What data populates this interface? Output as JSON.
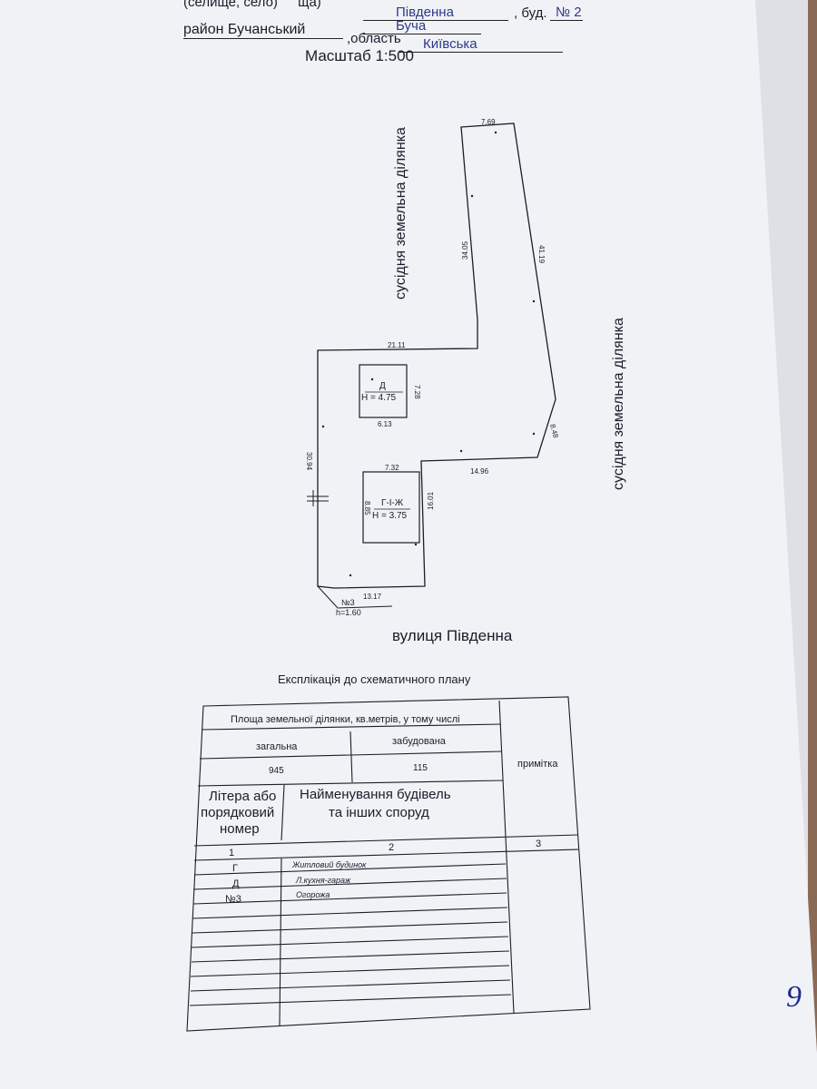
{
  "header": {
    "line1_fragment": "(селище, село)",
    "street_frag": "ща)",
    "street": "Південна",
    "building_label": ", буд.",
    "building_no": "№ 2",
    "town": "Буча",
    "district_line": "район Бучанський",
    "region_label": ",область",
    "region": "Київська",
    "scale": "Масштаб 1:500"
  },
  "plan": {
    "neighbor_left": "сусідня земельна ділянка",
    "neighbor_right": "сусідня земельна ділянка",
    "street_label": "вулиця Південна",
    "dims": {
      "top": "7.69",
      "left_upper": "34.05",
      "right_long": "41.19",
      "mid_top": "21.11",
      "house_height_side": "7.28",
      "house_width": "6.13",
      "left_side": "30.94",
      "right_short": "8.48",
      "right_bottom": "14.96",
      "gi_width": "7.32",
      "gi_side": "8.85",
      "gi_right": "16.01",
      "bottom": "13.17"
    },
    "building_d": {
      "letter": "Д",
      "height": "Н = 4.75"
    },
    "building_g": {
      "letter": "Г-І-Ж",
      "height": "Н = 3.75"
    },
    "fence": {
      "label": "№3",
      "height": "h=1.60"
    }
  },
  "explication": {
    "title": "Експлікація до схематичного плану",
    "area_header": "Площа земельної ділянки, кв.метрів, у тому числі",
    "total_label": "загальна",
    "built_label": "забудована",
    "total_value": "945",
    "built_value": "115",
    "note_header": "примітка",
    "col1_header": [
      "Літера або",
      "порядковий",
      "номер"
    ],
    "col2_header": [
      "Найменування будівель",
      "та інших споруд"
    ],
    "col_numbers": [
      "1",
      "2",
      "3"
    ],
    "rows": [
      {
        "letter": "Г",
        "name": "Житловий будинок"
      },
      {
        "letter": "Д",
        "name": "Л.кухня-гараж"
      },
      {
        "letter": "№3",
        "name": "Огорожа"
      }
    ]
  },
  "page_number": "9"
}
